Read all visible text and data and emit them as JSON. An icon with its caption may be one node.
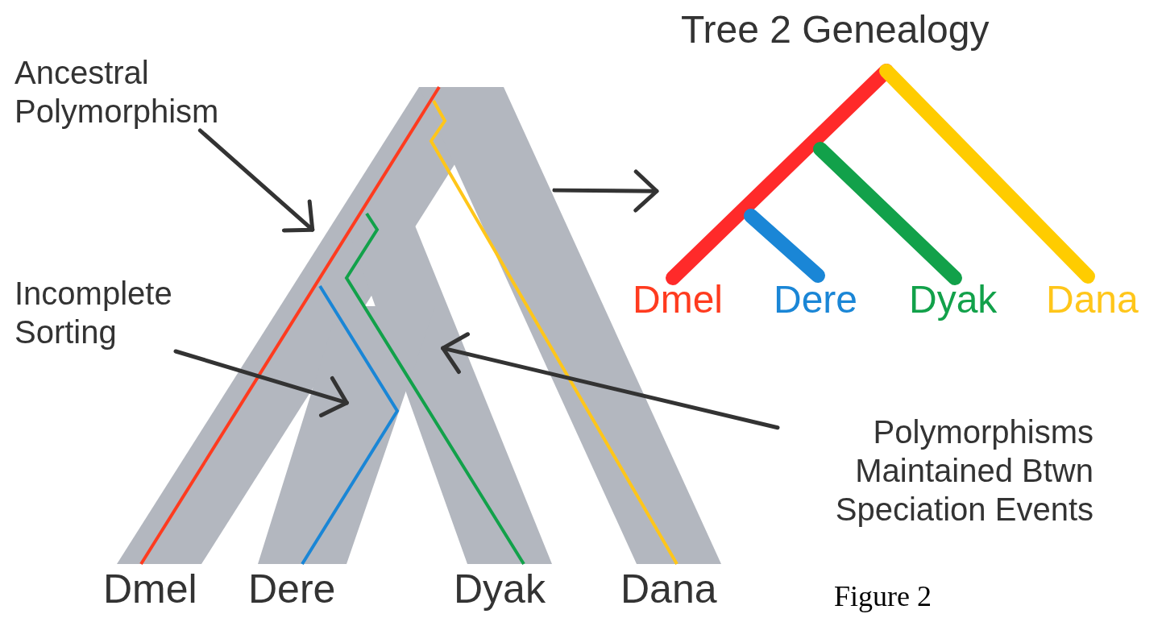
{
  "diagram": {
    "caption": "Figure 2",
    "nodes": [
      {
        "text": [],
        "shape": "picture",
        "beside": [
          "Dmel",
          "Dere",
          "Dyak",
          "Dana"
        ]
      },
      {
        "text": [
          "Tree 2 Genealogy"
        ],
        "beside": [
          "Dmel",
          "Dere",
          "Dyak",
          "Dana"
        ]
      },
      {
        "text": [
          "Ancestral Polymorphism"
        ]
      },
      {
        "text": [
          "Incomplete Sorting"
        ]
      },
      {
        "text": [
          "Polymorphisms Maintained Btwn Speciation Events"
        ]
      }
    ],
    "edges": [
      {
        "from": 0,
        "to": 1,
        "arrow": "to"
      },
      {
        "from": 2,
        "to": 0,
        "arrow": "to"
      },
      {
        "from": 3,
        "to": 0,
        "arrow": "to"
      },
      {
        "from": 4,
        "to": 0,
        "arrow": "to"
      }
    ]
  }
}
